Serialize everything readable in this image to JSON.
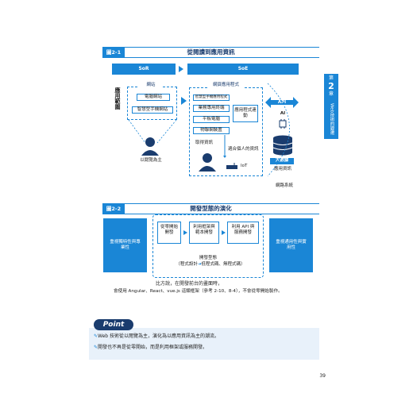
{
  "figure1": {
    "tag": "圖2-1",
    "title": "從閱讀到應用資訊",
    "sor": "SoR",
    "soe": "SoE",
    "left_label": "應用範圍",
    "website_title": "網站",
    "website_items": [
      "電腦網站",
      "智慧型手機網站"
    ],
    "user_left": "以閱覽為主",
    "webapp_title": "網頁應用程式",
    "webapp_items": [
      "智慧型手機應用程式",
      "業務專用終端",
      "平板電腦",
      "物聯網裝置"
    ],
    "webapp_service": "應用程式連動",
    "get_info": "取得資訊",
    "fit_info": "適合個人的資訊",
    "iot": "IoT",
    "api": "API",
    "ai": "AI",
    "bigdata": "大數據",
    "app_info": "應用資訊",
    "network": "網路系統"
  },
  "figure2": {
    "tag": "圖2-2",
    "title": "開發型態的演化",
    "left_box": "重視獨特性與專業性",
    "right_box": "重視通用性與實用性",
    "steps": [
      "從零開始開發",
      "利用框架與範本開發",
      "利用 API 與服務開發"
    ],
    "bottom_title": "開發型態",
    "bottom_sub": "（程式設計",
    "bottom_sub2": "低程式碼、無程式碼）"
  },
  "body_text": {
    "line1": "比方說，在開發前台的畫面時，",
    "line2": "會使用 Angular、React、vue.js 這類框架（參考 2-10、8-4），不會從零開始製作。"
  },
  "point": {
    "label": "Point",
    "items": [
      "Web 技術從以閱覽為主，演化為以應用資訊為主的潮流。",
      "開發也不再是從零開始，而是利用框架或服務開發。"
    ]
  },
  "side_tab": {
    "top": "第",
    "num": "2",
    "bottom": "章",
    "text": "Web技術的變遷"
  },
  "page_number": "39",
  "colors": {
    "accent": "#1a86d6",
    "dark": "#1a3c6e"
  }
}
